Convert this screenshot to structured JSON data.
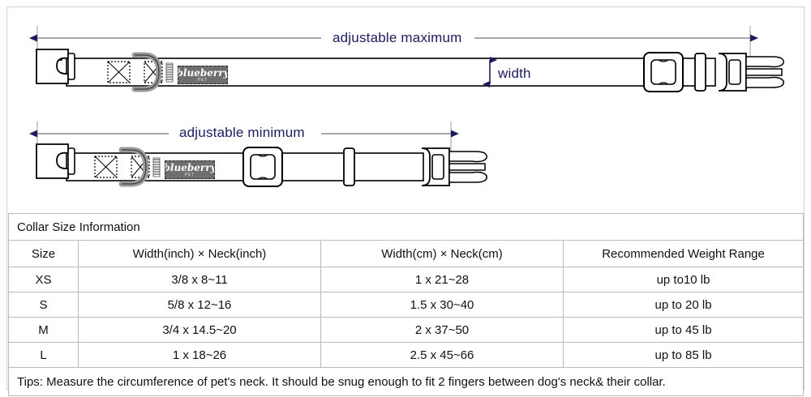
{
  "diagram": {
    "top_collar": {
      "dimension_label": "adjustable maximum",
      "width_label": "width",
      "brand": {
        "name": "blueberry",
        "sub": "PET"
      },
      "parts": [
        "female-buckle",
        "webbing-strap",
        "stitch-box",
        "d-ring",
        "ribbed-tag",
        "brand-label",
        "slider-adjuster",
        "keeper-loop",
        "male-buckle"
      ]
    },
    "bottom_collar": {
      "dimension_label": "adjustable minimum",
      "brand": {
        "name": "blueberry",
        "sub": "PET"
      },
      "parts": [
        "female-buckle",
        "webbing-strap",
        "stitch-box",
        "d-ring",
        "ribbed-tag",
        "brand-label",
        "slider-adjuster",
        "keeper-loop",
        "male-buckle"
      ]
    },
    "colors": {
      "dimension_line": "#8a8a94",
      "arrow": "#1b1b5e",
      "label_text": "#1b1b5e",
      "strap_outline": "#000000",
      "hardware_fill": "#ffffff",
      "brand_bg": "#6e6e6e"
    }
  },
  "table": {
    "title": "Collar Size Information",
    "headers": [
      "Size",
      "Width(inch)  ×  Neck(inch)",
      "Width(cm)  ×  Neck(cm)",
      "Recommended Weight Range"
    ],
    "rows": [
      {
        "size": "XS",
        "inch": "3/8 x 8~11",
        "cm": "1 x 21~28",
        "weight": "up to10 lb"
      },
      {
        "size": "S",
        "inch": "5/8 x 12~16",
        "cm": "1.5 x 30~40",
        "weight": "up to 20 lb"
      },
      {
        "size": "M",
        "inch": "3/4 x 14.5~20",
        "cm": "2 x 37~50",
        "weight": "up to 45 lb"
      },
      {
        "size": "L",
        "inch": "1 x 18~26",
        "cm": "2.5 x 45~66",
        "weight": "up to 85 lb"
      }
    ],
    "tips": "Tips: Measure the circumference of pet's neck. It should be snug enough to fit 2 fingers between dog's neck& their collar."
  }
}
